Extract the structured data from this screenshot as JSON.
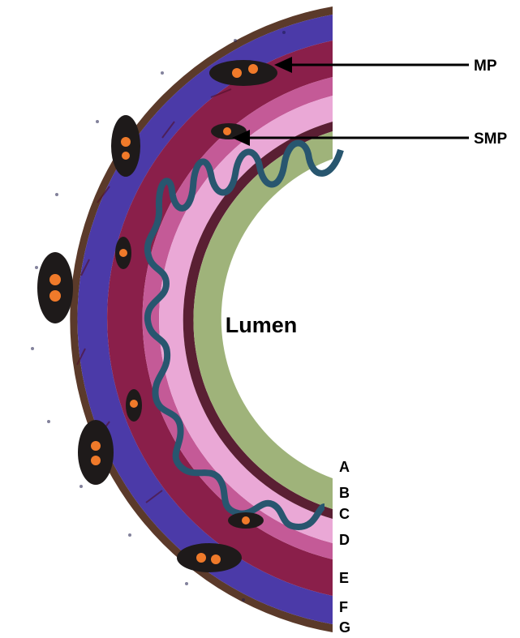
{
  "diagram": {
    "center_label": "Lumen",
    "annotations": [
      {
        "id": "mp",
        "text": "MP"
      },
      {
        "id": "smp",
        "text": "SMP"
      }
    ],
    "layer_labels": [
      "A",
      "B",
      "C",
      "D",
      "E",
      "F",
      "G"
    ],
    "colors": {
      "outer_edge": "#5b3a2a",
      "serosa_blue": "#4b3aa8",
      "muscle_dark": "#8a1f4a",
      "muscle_light": "#d777b4",
      "submucosa_pink": "#eaa8d6",
      "mucosa_green": "#9fb37a",
      "epithelium_blue": "#28566f",
      "ganglion": "#f07a2a"
    }
  }
}
